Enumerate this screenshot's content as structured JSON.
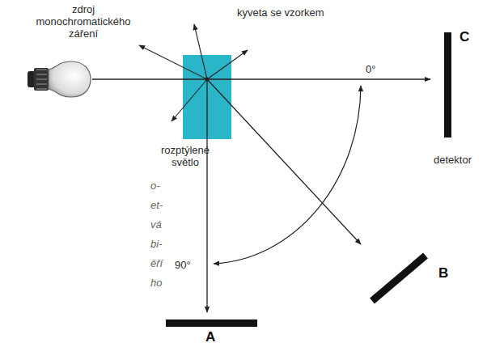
{
  "diagram": {
    "labels": [
      "zdroj monochromatického záření",
      "kyveta se vzorkem",
      "0°",
      "C",
      "rozptýlené světlo",
      "detektor",
      "90°",
      "B",
      "A",
      "o-",
      "et-",
      "vá",
      "bi-",
      "ěří",
      "ho"
    ]
  }
}
